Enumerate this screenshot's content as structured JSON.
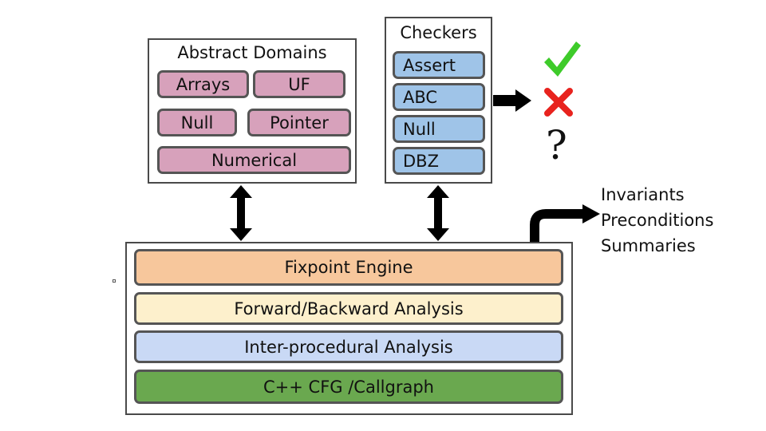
{
  "domains_panel": {
    "title": "Abstract Domains",
    "items": [
      {
        "label": "Arrays"
      },
      {
        "label": "UF"
      },
      {
        "label": "Null"
      },
      {
        "label": "Pointer"
      },
      {
        "label": "Numerical"
      }
    ]
  },
  "checkers_panel": {
    "title": "Checkers",
    "items": [
      {
        "label": "Assert"
      },
      {
        "label": "ABC"
      },
      {
        "label": "Null"
      },
      {
        "label": "DBZ"
      }
    ]
  },
  "verdicts": {
    "unknown": "?"
  },
  "engine_layers": [
    {
      "label": "Fixpoint Engine",
      "color": "#f7c79c"
    },
    {
      "label": "Forward/Backward Analysis",
      "color": "#fdf0cc"
    },
    {
      "label": "Inter-procedural Analysis",
      "color": "#c9d9f5"
    },
    {
      "label": "C++ CFG /Callgraph",
      "color": "#6aa84f"
    }
  ],
  "outputs": [
    "Invariants",
    "Preconditions",
    "Summaries"
  ],
  "colors": {
    "domain_fill": "#d7a1bb",
    "checker_fill": "#9fc4e8",
    "check_mark": "#3ecb2a",
    "cross_mark": "#e8231e"
  }
}
